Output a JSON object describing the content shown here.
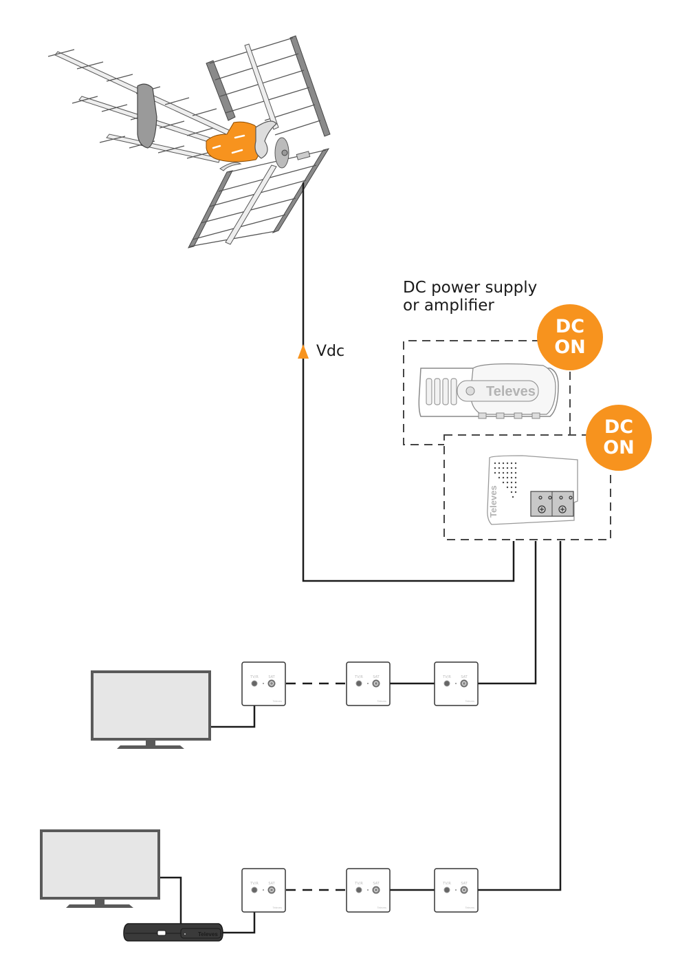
{
  "diagram": {
    "title_labels": {
      "power_supply_label": "DC power supply\nor amplifier",
      "voltage_label": "Vdc"
    },
    "badges": [
      {
        "line1": "DC",
        "line2": "ON"
      },
      {
        "line1": "DC",
        "line2": "ON"
      }
    ],
    "devices": {
      "antenna": {
        "type": "UHF antenna",
        "accent_color": "#f7931e"
      },
      "amplifier": {
        "brand": "Televes",
        "outputs": 4
      },
      "power_supply": {
        "brand": "Televes"
      },
      "set_top_box": {
        "brand": "Televes"
      }
    },
    "wall_outlets": {
      "port_labels": [
        "TV/R",
        "SAT"
      ],
      "brand": "Televes",
      "rows": [
        {
          "outlets": 3,
          "connected_device": "TV"
        },
        {
          "outlets": 3,
          "connected_device": "TV via set-top box"
        }
      ]
    },
    "colors": {
      "accent": "#f7931e",
      "line": "#1a1a1a",
      "screen": "#e6e6e6",
      "frame": "#5a5a5a"
    }
  }
}
